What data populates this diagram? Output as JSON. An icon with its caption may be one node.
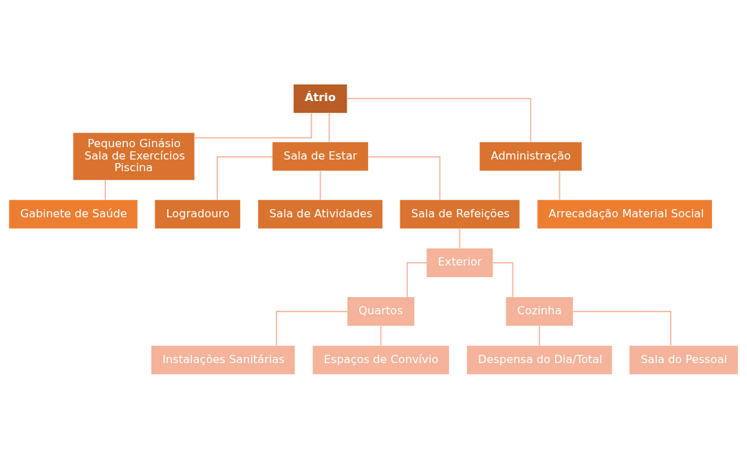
{
  "diagram": {
    "nodes": [
      {
        "text": [
          "Átrio"
        ]
      },
      {
        "text": [
          "Pequeno Ginásio",
          "Sala de Exercícios",
          "Piscina"
        ]
      },
      {
        "text": [
          "Sala de Estar"
        ]
      },
      {
        "text": [
          "Administração"
        ]
      },
      {
        "text": [
          "Gabinete de Saúde"
        ]
      },
      {
        "text": [
          "Logradouro"
        ]
      },
      {
        "text": [
          "Sala de Atividades"
        ]
      },
      {
        "text": [
          "Sala de Refeições"
        ]
      },
      {
        "text": [
          "Arrecadação Material Social"
        ]
      },
      {
        "text": [
          "Exterior"
        ]
      },
      {
        "text": [
          "Quartos"
        ]
      },
      {
        "text": [
          "Cozinha"
        ]
      },
      {
        "text": [
          "Instalações Sanitárias"
        ]
      },
      {
        "text": [
          "Espaços de Convívio"
        ]
      },
      {
        "text": [
          "Despensa do Dia/Total"
        ]
      },
      {
        "text": [
          "Sala do Pessoal"
        ]
      }
    ],
    "edges": [
      {
        "from": 0,
        "to": 1,
        "arrow": "none"
      },
      {
        "from": 0,
        "to": 2,
        "arrow": "none"
      },
      {
        "from": 0,
        "to": 3,
        "arrow": "none"
      },
      {
        "from": 1,
        "to": 4,
        "arrow": "none"
      },
      {
        "from": 2,
        "to": 5,
        "arrow": "none"
      },
      {
        "from": 2,
        "to": 6,
        "arrow": "none"
      },
      {
        "from": 2,
        "to": 7,
        "arrow": "none"
      },
      {
        "from": 3,
        "to": 8,
        "arrow": "none"
      },
      {
        "from": 7,
        "to": 9,
        "arrow": "none"
      },
      {
        "from": 9,
        "to": 10,
        "arrow": "none"
      },
      {
        "from": 9,
        "to": 11,
        "arrow": "none"
      },
      {
        "from": 10,
        "to": 12,
        "arrow": "none"
      },
      {
        "from": 10,
        "to": 13,
        "arrow": "none"
      },
      {
        "from": 11,
        "to": 14,
        "arrow": "none"
      },
      {
        "from": 11,
        "to": 15,
        "arrow": "none"
      }
    ]
  }
}
